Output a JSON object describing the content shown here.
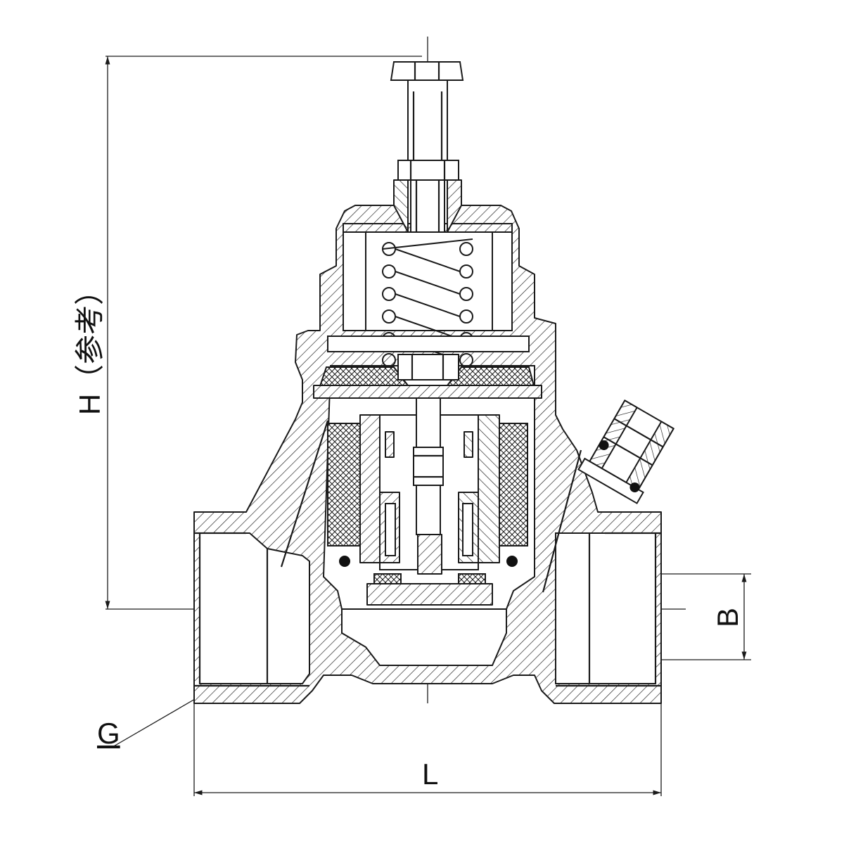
{
  "dimensions": {
    "height_label": "H（参考）",
    "width_label": "L",
    "port_label": "B",
    "thread_label": "G"
  }
}
